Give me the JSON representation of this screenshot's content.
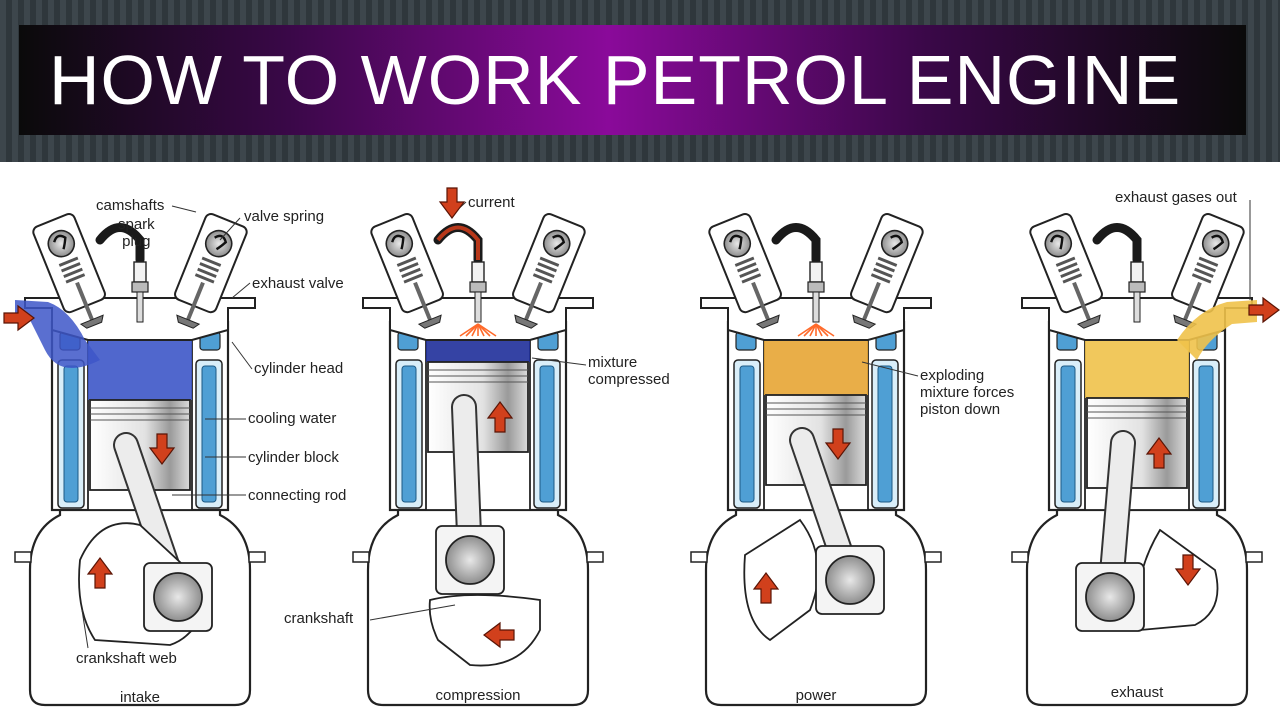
{
  "title": "HOW TO WORK PETROL ENGINE",
  "stages": [
    "intake",
    "compression",
    "power",
    "exhaust"
  ],
  "labels": {
    "camshafts": "camshafts",
    "spark_plug": "spark\nplug",
    "valve_spring": "valve spring",
    "exhaust_valve": "exhaust valve",
    "cylinder_head": "cylinder head",
    "cooling_water": "cooling water",
    "cylinder_block": "cylinder block",
    "connecting_rod": "connecting rod",
    "crankshaft_web": "crankshaft web",
    "current": "current",
    "mixture_compressed": "mixture\ncompressed",
    "crankshaft": "crankshaft",
    "exploding": "exploding\nmixture forces\npiston down",
    "exhaust_gases_out": "exhaust gases out"
  },
  "colors": {
    "title_gradient_center": "#8a0a9a",
    "cooling_water": "#4f9fd4",
    "intake_mixture": "#3d56c8",
    "compressed_mixture": "#1f2f9a",
    "exploding_mixture": "#e7a534",
    "exhaust_gas": "#f0c24a",
    "arrow": "#d1401c"
  }
}
